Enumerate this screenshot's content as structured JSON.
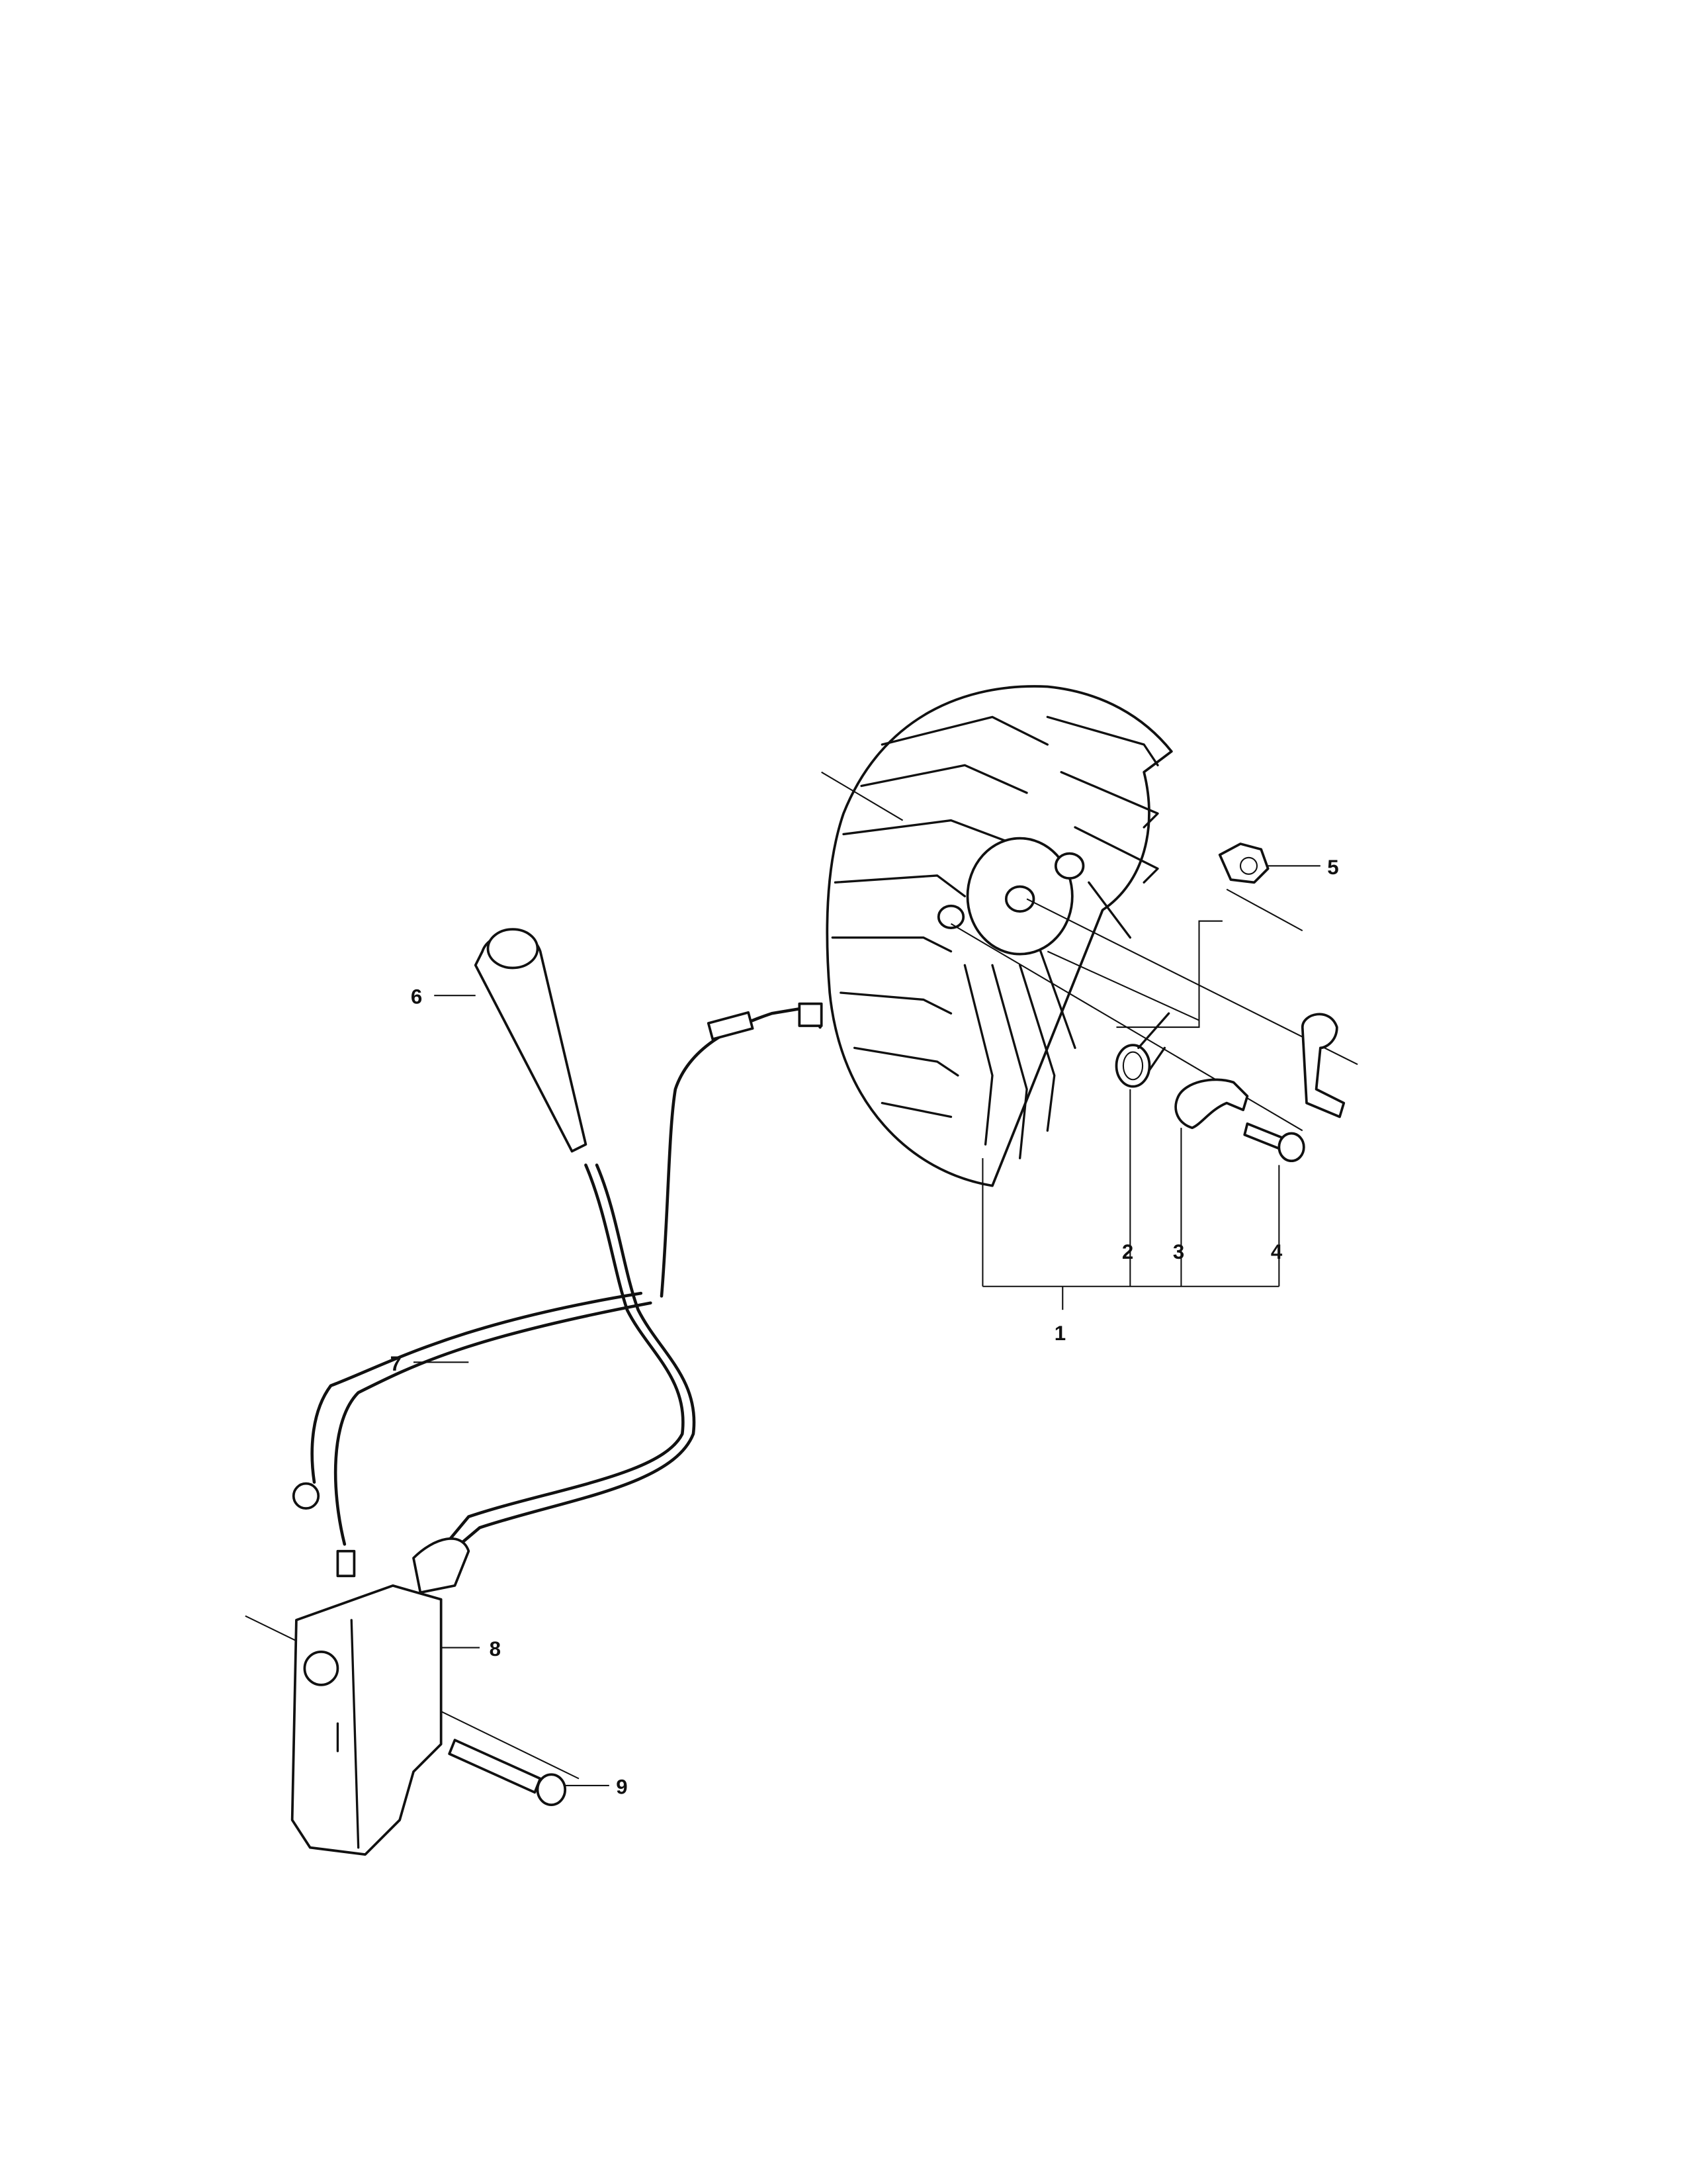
{
  "diagram": {
    "type": "exploded parts diagram",
    "line_color": "#111111",
    "background": "#ffffff",
    "callouts": [
      {
        "id": "1",
        "label": "1"
      },
      {
        "id": "2",
        "label": "2"
      },
      {
        "id": "3",
        "label": "3"
      },
      {
        "id": "4",
        "label": "4"
      },
      {
        "id": "5",
        "label": "5"
      },
      {
        "id": "6",
        "label": "6"
      },
      {
        "id": "7",
        "label": "7"
      },
      {
        "id": "8",
        "label": "8"
      },
      {
        "id": "9",
        "label": "9"
      }
    ]
  }
}
